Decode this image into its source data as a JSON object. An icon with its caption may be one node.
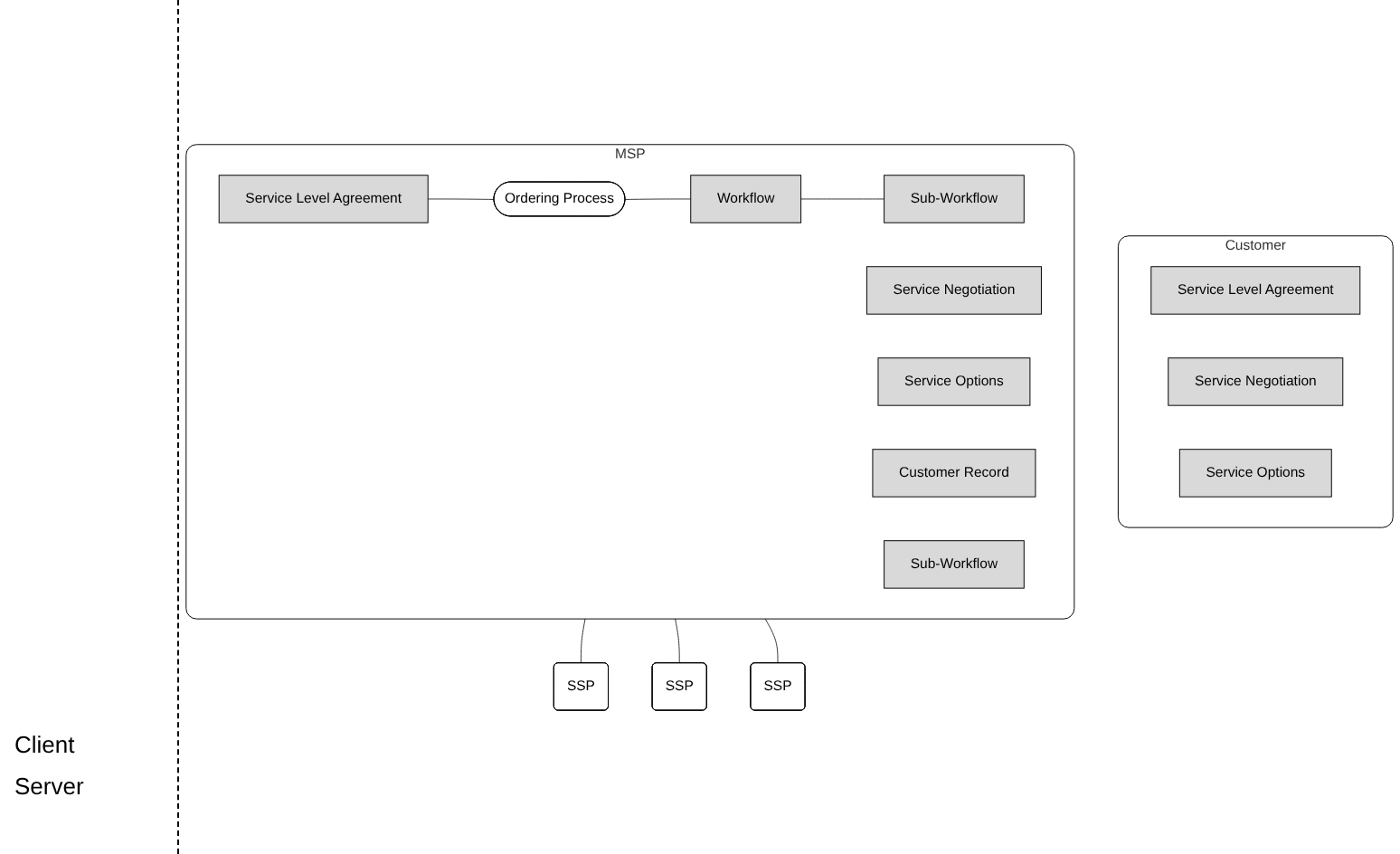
{
  "diagram": {
    "nodes": [
      {
        "text": [
          "Customer"
        ]
      },
      {
        "text": [
          "Service Level Agreement"
        ],
        "in": 0
      },
      {
        "text": [
          "Service Negotiation"
        ],
        "in": 0
      },
      {
        "text": [
          "Service Options"
        ],
        "in": 0
      },
      {
        "text": [
          "MSP"
        ]
      },
      {
        "text": [
          "Service Level Agreement"
        ],
        "in": 4
      },
      {
        "text": [
          "Ordering Process"
        ],
        "in": 4
      },
      {
        "text": [
          "Workflow"
        ],
        "in": 4
      },
      {
        "text": [
          "Service Negotiation"
        ],
        "in": 4
      },
      {
        "text": [
          "Service Options"
        ],
        "in": 4
      },
      {
        "text": [
          "Customer Record"
        ],
        "in": 4
      },
      {
        "text": [
          "Sub-Workflow"
        ],
        "in": 4
      },
      {
        "text": [
          "Sub-Workflow"
        ],
        "in": 4
      },
      {
        "text": [
          "SSP"
        ]
      },
      {
        "text": [
          "SSP"
        ]
      },
      {
        "text": [
          "SSP"
        ]
      }
    ],
    "edges": [
      {
        "from": 5,
        "to": 6,
        "arrow": "none"
      },
      {
        "from": 6,
        "to": 7,
        "arrow": "none"
      },
      {
        "from": 7,
        "to": 11,
        "arrow": "none"
      },
      {
        "from": 4,
        "to": 13,
        "arrow": "none"
      },
      {
        "from": 4,
        "to": 14,
        "arrow": "none"
      },
      {
        "from": 4,
        "to": 15,
        "arrow": "none"
      }
    ],
    "labels": [
      "Client",
      "Server"
    ]
  }
}
